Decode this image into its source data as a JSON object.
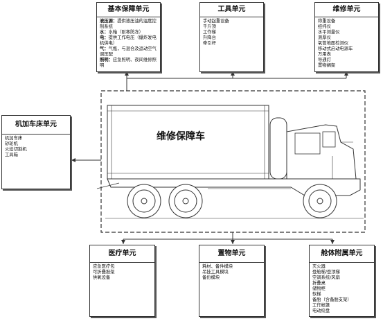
{
  "center": {
    "title": "维修保障车"
  },
  "units": {
    "basic": {
      "title": "基本保障单元",
      "lines": [
        {
          "k": "液压源：",
          "v": "提供液压油的温度控制系统"
        },
        {
          "k": "水：",
          "v": "水箱（耐寒防冻）"
        },
        {
          "k": "电：",
          "v": "提供工作电压（爆炸发电机供电）"
        },
        {
          "k": "气：",
          "v": "气瓶，与混合及运动空气调压配"
        },
        {
          "k": "照明：",
          "v": "应急照明、夜间维修照明"
        }
      ]
    },
    "tools": {
      "title": "工具单元",
      "lines": [
        "手动起重设备",
        "千斤顶",
        "工作梯",
        "升降台",
        "牵引杆"
      ]
    },
    "maintenance": {
      "title": "维修单元",
      "lines": [
        "称重设备",
        "经纬仪",
        "水平测量仪",
        "测厚仪",
        "氧管地面检测仪",
        "移动式启动电源车",
        "万用表",
        "导通灯",
        "置物搁架"
      ]
    },
    "machining": {
      "title": "机加车床单元",
      "lines": [
        "机加车床",
        "砂轮机",
        "火焰切割机",
        "工具箱"
      ]
    },
    "medical": {
      "title": "医疗单元",
      "lines": [
        "应急医疗包",
        "可折叠担架",
        "供氧设备"
      ]
    },
    "storage": {
      "title": "置物单元",
      "lines": [
        "耗材、备件模块",
        "吊挂工具模块",
        "备份模块"
      ]
    },
    "cabin": {
      "title": "舱体附属单元",
      "lines": [
        "灭火器",
        "登舱梯/登顶梯",
        "空调系统/风扇",
        "折叠桌",
        "储物柜",
        "软梯",
        "备胎（含备胎支架）",
        "工作帐篷",
        "电动绞盘"
      ]
    }
  }
}
